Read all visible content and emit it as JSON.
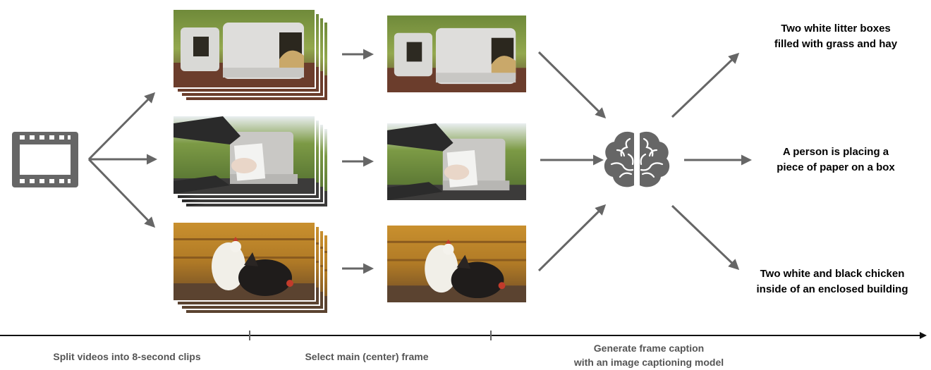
{
  "captions": {
    "clip1": [
      "Two white litter boxes",
      "filled with grass and hay"
    ],
    "clip2": [
      "A person is placing a",
      "piece of paper on a box"
    ],
    "clip3": [
      "Two white and black chicken",
      "inside of an enclosed building"
    ]
  },
  "steps": {
    "split": "Split videos into 8-second clips",
    "select": "Select main (center) frame",
    "generate_line1": "Generate frame caption",
    "generate_line2": "with an image captioning model"
  },
  "icons": {
    "video": "film-strip-icon",
    "model": "brain-icon"
  },
  "colors": {
    "arrow": "#666666",
    "icon": "#666666",
    "timeline": "#111111"
  }
}
